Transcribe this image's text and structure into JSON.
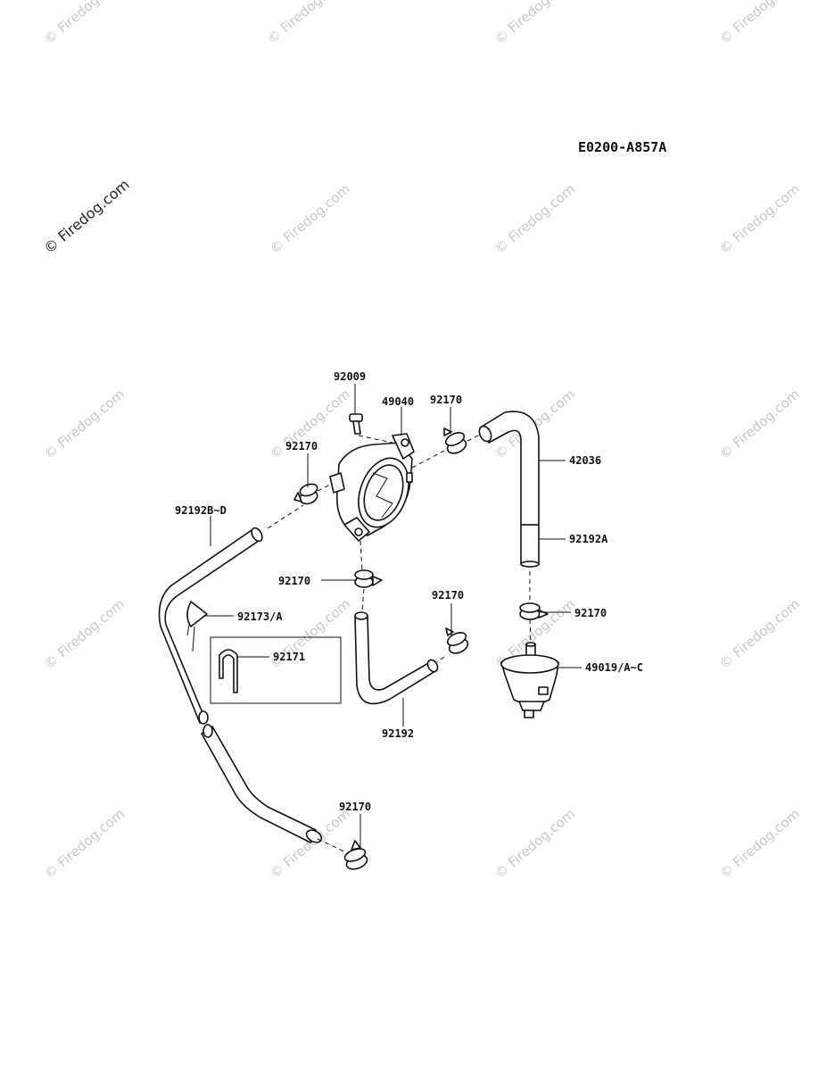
{
  "diagram_code": "E0200-A857A",
  "watermark": "© Firedog.com",
  "part_labels": {
    "p92009": "92009",
    "p49040": "49040",
    "p92170_top": "92170",
    "p92170_left": "92170",
    "p42036": "42036",
    "p92192BD": "92192B~D",
    "p92192A": "92192A",
    "p92170_mid": "92170",
    "p92170_right": "92170",
    "p92173A": "92173/A",
    "p92170_hose": "92170",
    "p92171": "92171",
    "p49019AC": "49019/A~C",
    "p92192": "92192",
    "p92170_bottom": "92170"
  }
}
